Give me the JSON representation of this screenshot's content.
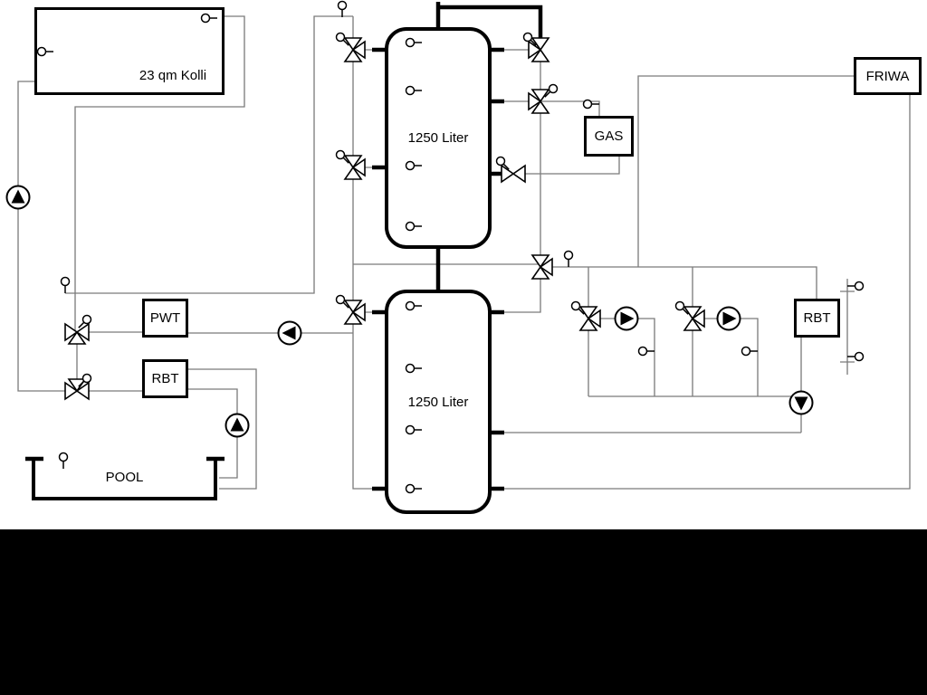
{
  "labels": {
    "collector": "23 qm Kolli",
    "tank_top": "1250 Liter",
    "tank_bottom": "1250 Liter",
    "gas": "GAS",
    "friwa": "FRIWA",
    "pwt": "PWT",
    "rbt_left": "RBT",
    "rbt_right": "RBT",
    "pool": "POOL"
  },
  "symbols": {
    "pump-icon": "circle with solid triangle showing flow direction",
    "three-way-valve-icon": "three outlined triangles meeting at a point",
    "two-way-valve-icon": "two outlined triangles meeting at a point (bowtie)",
    "sensor-icon": "small circle with stem (temperature sensor)"
  },
  "colors": {
    "background": "#ffffff",
    "pipe_thin": "#7a7a7a",
    "pipe_thick": "#000000",
    "component_border": "#000000",
    "bottom_bar": "#000000"
  }
}
